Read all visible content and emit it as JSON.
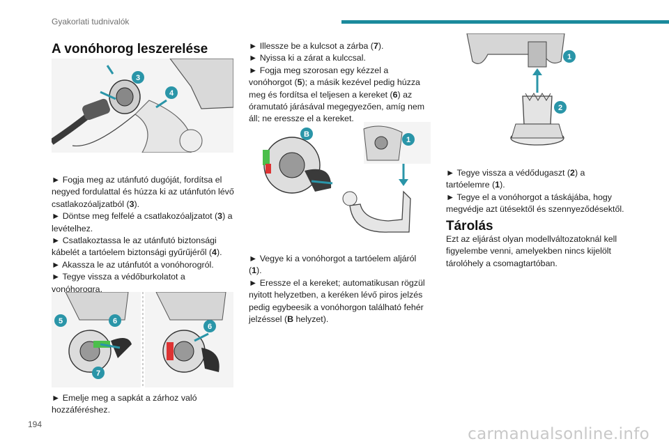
{
  "header": {
    "section_title": "Gyakorlati tudnivalók",
    "accent_color": "#1b8a9c"
  },
  "page_number": "194",
  "watermark": "carmanualsonline.info",
  "badge_color": "#2a95a8",
  "section1": {
    "title": "A vonóhorog leszerelése",
    "illustration1": {
      "badges": [
        "3",
        "4"
      ]
    },
    "steps_a": [
      {
        "pre": "► Fogja meg az utánfutó dugóját, fordítsa el negyed fordulattal és húzza ki az utánfutón lévő csatlakozóaljzatból (",
        "ref": "3",
        "post": ")."
      },
      {
        "pre": "► Döntse meg felfelé a csatlakozóaljzatot (",
        "ref": "3",
        "post": ") a levételhez."
      },
      {
        "pre": "► Csatlakoztassa le az utánfutó biztonsági kábelét a tartóelem biztonsági gyűrűjéről (",
        "ref": "4",
        "post": ")."
      },
      {
        "pre": "► Akassza le az utánfutót a vonóhorogról.",
        "ref": "",
        "post": ""
      },
      {
        "pre": "► Tegye vissza a védőburkolatot a vonóhorogra.",
        "ref": "",
        "post": ""
      }
    ],
    "illustration2": {
      "badges": [
        "5",
        "6",
        "7",
        "6"
      ]
    },
    "steps_b": [
      {
        "pre": "► Emelje meg a sapkát a zárhoz való hozzáféréshez.",
        "ref": "",
        "post": ""
      }
    ]
  },
  "column2": {
    "steps_a": [
      {
        "pre": "► Illessze be a kulcsot a zárba (",
        "ref": "7",
        "post": ")."
      },
      {
        "pre": "► Nyissa ki a zárat a kulccsal.",
        "ref": "",
        "post": ""
      },
      {
        "pre": "► Fogja meg szorosan egy kézzel a vonóhorgot (",
        "ref": "5",
        "post": "); a másik kezével pedig húzza meg és fordítsa el teljesen a kereket (",
        "ref2": "6",
        "post2": ") az óramutató járásával megegyezően, amíg nem áll; ne eressze el a kereket."
      }
    ],
    "illustration3": {
      "badges": [
        "B",
        "1"
      ]
    },
    "steps_b": [
      {
        "pre": "► Vegye ki a vonóhorgot a tartóelem aljáról (",
        "ref": "1",
        "post": ")."
      },
      {
        "pre": "► Eressze el a kereket; automatikusan rögzül nyitott helyzetben, a keréken lévő piros jelzés pedig egybeesik a vonóhorgon található fehér jelzéssel (",
        "ref": "B",
        "post": " helyzet)."
      }
    ]
  },
  "column3": {
    "illustration4": {
      "badges": [
        "1",
        "2"
      ]
    },
    "steps": [
      {
        "pre": "► Tegye vissza a védődugaszt (",
        "ref": "2",
        "post": ") a tartóelemre (",
        "ref2": "1",
        "post2": ")."
      },
      {
        "pre": "► Tegye el a vonóhorgot a táskájába, hogy megvédje azt ütésektől és szennyeződésektől.",
        "ref": "",
        "post": ""
      }
    ],
    "storage": {
      "title": "Tárolás",
      "text": "Ezt az eljárást olyan modellváltozatoknál kell figyelembe venni, amelyekben nincs kijelölt tárolóhely a csomagtartóban."
    }
  }
}
